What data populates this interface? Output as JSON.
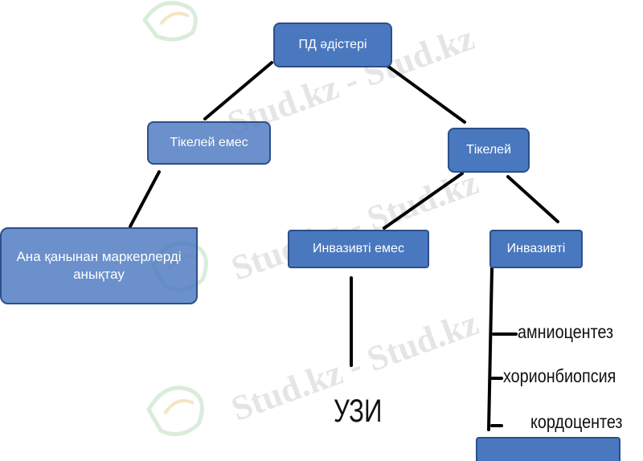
{
  "diagram": {
    "root": {
      "label": "ПД әдістері"
    },
    "indirect": {
      "label": "Тікелей емес"
    },
    "direct": {
      "label": "Тікелей"
    },
    "maternal_markers": {
      "label": "Ана қанынан маркерлерді анықтау"
    },
    "non_invasive": {
      "label": "Инвазивті емес"
    },
    "invasive": {
      "label": "Инвазивті"
    },
    "ultrasound": {
      "label": "УЗИ"
    },
    "invasive_methods": [
      {
        "label": "амниоцентез"
      },
      {
        "label": "хорионбиопсия"
      },
      {
        "label": "кордоцентез"
      }
    ]
  },
  "watermark": {
    "text": "Stud.kz - Stud.kz"
  },
  "colors": {
    "node_fill": "#4a78bf",
    "node_border": "#2c4f8a",
    "line": "#000000"
  }
}
